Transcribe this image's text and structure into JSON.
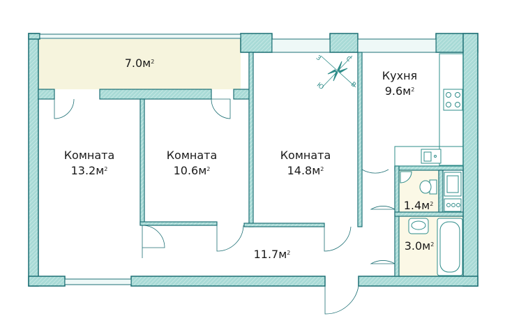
{
  "plan": {
    "rooms": [
      {
        "id": "balcony",
        "name": "",
        "area": "7.0",
        "unit": "м",
        "sup": "2"
      },
      {
        "id": "room1",
        "name": "Комната",
        "area": "13.2",
        "unit": "м",
        "sup": "2"
      },
      {
        "id": "room2",
        "name": "Комната",
        "area": "10.6",
        "unit": "м",
        "sup": "2"
      },
      {
        "id": "room3",
        "name": "Комната",
        "area": "14.8",
        "unit": "м",
        "sup": "2"
      },
      {
        "id": "kitchen",
        "name": "Кухня",
        "area": "9.6",
        "unit": "м",
        "sup": "2"
      },
      {
        "id": "toilet",
        "name": "",
        "area": "1.4",
        "unit": "м",
        "sup": "2"
      },
      {
        "id": "bathroom",
        "name": "",
        "area": "3.0",
        "unit": "м",
        "sup": "2"
      },
      {
        "id": "hall",
        "name": "",
        "area": "11.7",
        "unit": "м",
        "sup": "2"
      }
    ],
    "compass": [
      "С",
      "В",
      "Ю",
      "З"
    ],
    "colors": {
      "wall": "#a8dad6",
      "wall_edge": "#1c6f74",
      "floor": "#ffffff",
      "balcony": "#f6f4dd",
      "wet": "#fbf8e6",
      "fixture": "#2e8c89"
    }
  }
}
